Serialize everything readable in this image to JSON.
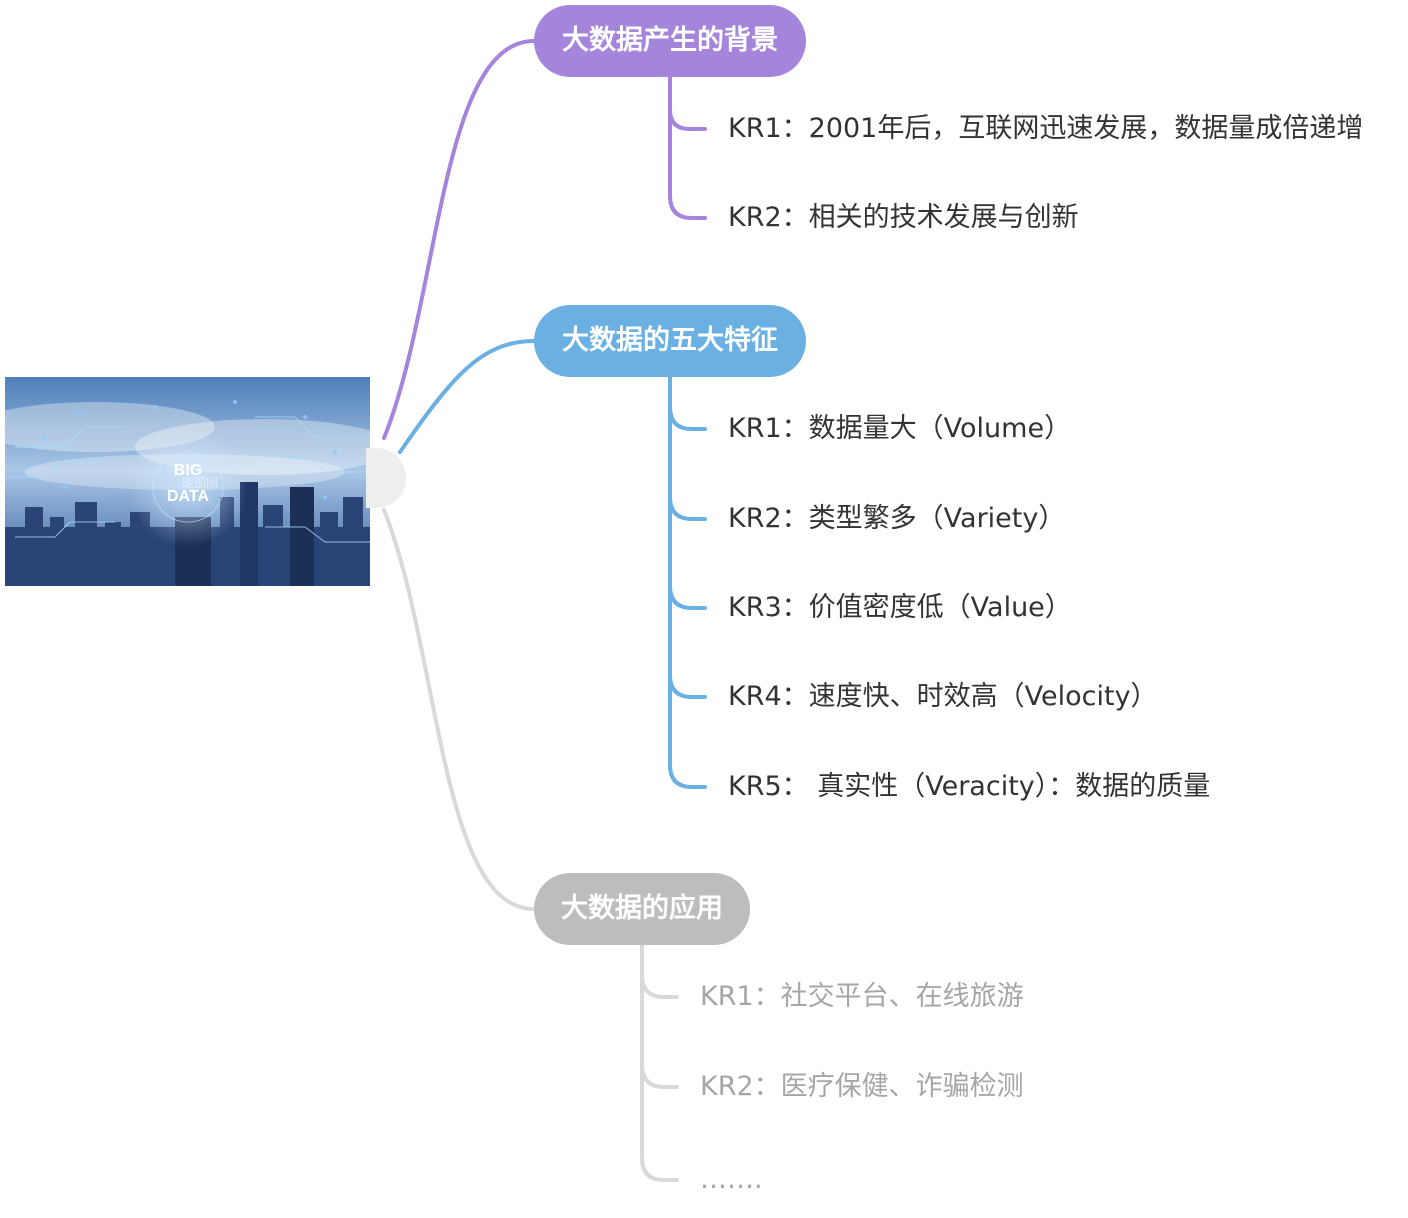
{
  "root": {
    "image_text": [
      "BIG",
      "DATA"
    ],
    "watermark": "昵图网"
  },
  "branches": [
    {
      "label": "大数据产生的背景",
      "color": "#a584dc",
      "children": [
        "KR1：2001年后，互联网迅速发展，数据量成倍递增",
        "KR2：相关的技术发展与创新"
      ]
    },
    {
      "label": "大数据的五大特征",
      "color": "#6ab0e2",
      "children": [
        "KR1：数据量大（Volume）",
        "KR2：类型繁多（Variety）",
        "KR3：价值密度低（Value）",
        "KR4：速度快、时效高（Velocity）",
        "KR5： 真实性（Veracity）：数据的质量"
      ]
    },
    {
      "label": "大数据的应用",
      "color": "#bdbdbd",
      "children": [
        "KR1：社交平台、在线旅游",
        "KR2：医疗保健、诈骗检测",
        "……."
      ]
    }
  ],
  "colors": {
    "leaf_text_active": "#333333",
    "leaf_text_muted": "#a6a6a6",
    "connector_muted": "#d9d9d9"
  }
}
